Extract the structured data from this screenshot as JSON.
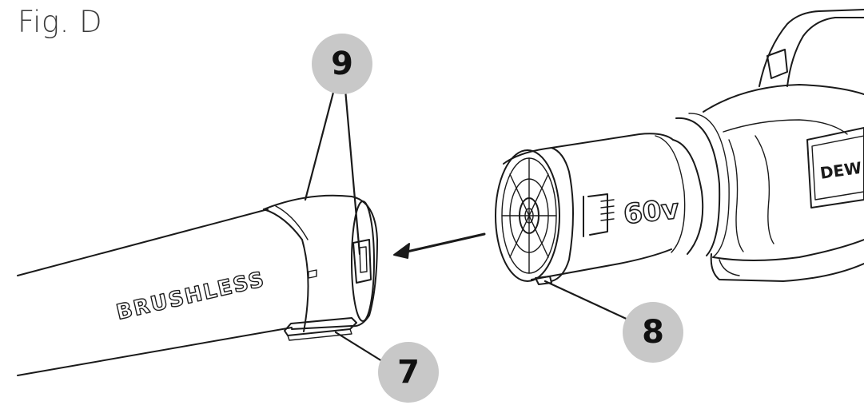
{
  "figure": {
    "title": "Fig. D",
    "tube_text": "BRUSHLESS",
    "voltage_text": "60v",
    "brand_text": "DEW",
    "callouts": [
      {
        "id": "9"
      },
      {
        "id": "8"
      },
      {
        "id": "7"
      }
    ]
  },
  "colors": {
    "line": "#1a1a1a",
    "callout_fill": "#c8c8c8",
    "callout_text": "#111111"
  }
}
